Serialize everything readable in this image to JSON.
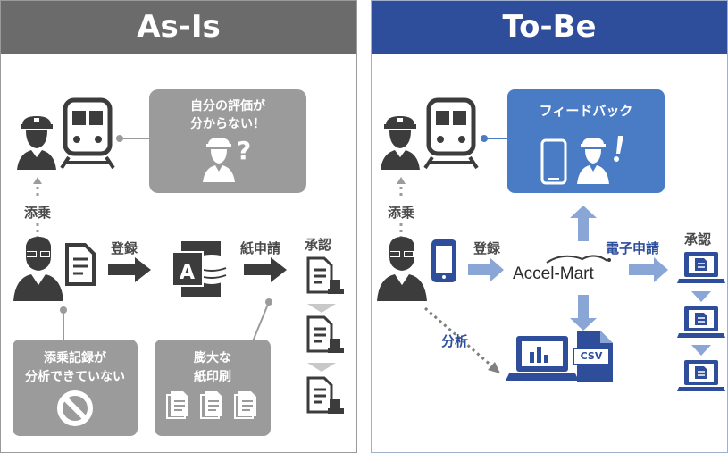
{
  "asis": {
    "title": "As-Is",
    "balloon_text": [
      "自分の評価が",
      "分からない！"
    ],
    "escort_label": "添乗",
    "register_label": "登録",
    "paper_request_label": "紙申請",
    "approval_label": "承認",
    "issue1_text": [
      "添乗記録が",
      "分析できていない"
    ],
    "issue2_text": [
      "膨大な",
      "紙印刷"
    ]
  },
  "tobe": {
    "title": "To-Be",
    "feedback_label": "フィードバック",
    "escort_label": "添乗",
    "register_label": "登録",
    "logo_text": "Accel-Mart",
    "e_request_label": "電子申請",
    "approval_label": "承認",
    "analysis_label": "分析",
    "csv_label": "CSV"
  },
  "colors": {
    "asis_header": "#6b6b6b",
    "tobe_header": "#2e4e9c",
    "asis_box": "#9b9b9b",
    "tobe_box": "#4a7cc6",
    "icon_dark": "#3c3c3c",
    "arrow_light_blue": "#8aa6d6"
  }
}
